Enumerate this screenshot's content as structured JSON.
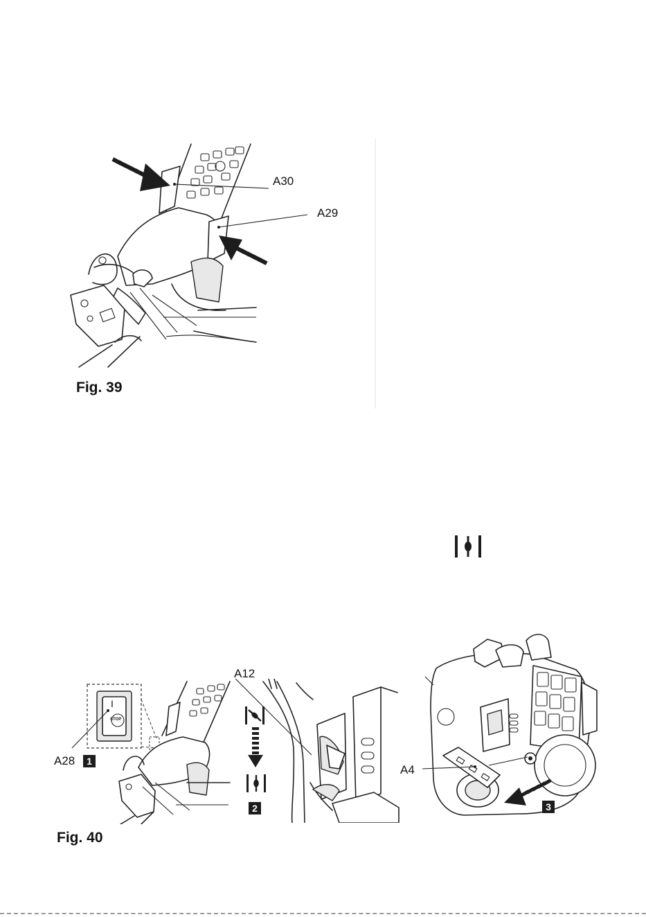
{
  "fig39": {
    "caption": "Fig. 39",
    "labels": {
      "a30": "A30",
      "a29": "A29"
    }
  },
  "choke_symbol": {
    "icon": "choke-open-symbol-icon"
  },
  "fig40": {
    "caption": "Fig. 40",
    "labels": {
      "a28": "A28",
      "a12": "A12",
      "a4": "A4"
    },
    "steps": {
      "s1": "1",
      "s2": "2",
      "s3": "3"
    },
    "switch_stop": "STOP",
    "switch_on": "I"
  },
  "colors": {
    "ink": "#1d1d1d",
    "paper": "#ffffff"
  }
}
